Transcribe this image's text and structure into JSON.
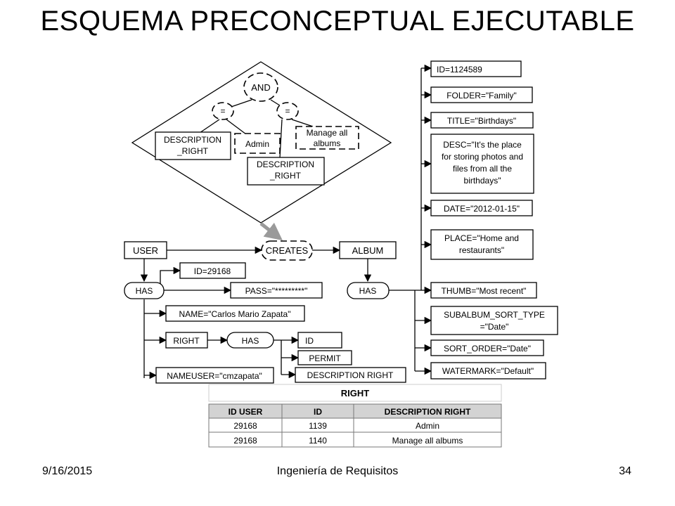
{
  "slide": {
    "title": "ESQUEMA PRECONCEPTUAL EJECUTABLE",
    "footer_date": "9/16/2015",
    "footer_course": "Ingeniería de Requisitos",
    "footer_page": "34"
  },
  "condition": {
    "and_label": "AND",
    "eq_left": "=",
    "eq_right": "=",
    "left_operand_a": "DESCRIPTION",
    "left_operand_b": "_RIGHT",
    "left_value": "Admin",
    "right_value_a": "Manage all",
    "right_value_b": "albums",
    "right_operand_a": "DESCRIPTION",
    "right_operand_b": "_RIGHT"
  },
  "schema": {
    "user": "USER",
    "creates": "CREATES",
    "album": "ALBUM",
    "user_has": "HAS",
    "album_has": "HAS",
    "right_has": "HAS",
    "user_id": "ID=29168",
    "user_pass": "PASS=\"*********\"",
    "user_name": "NAME=\"Carlos Mario Zapata\"",
    "user_right": "RIGHT",
    "user_nameuser": "NAMEUSER=\"cmzapata\"",
    "right_id": "ID",
    "right_permit": "PERMIT",
    "right_description": "DESCRIPTION RIGHT",
    "album_id": "ID=1124589",
    "album_folder": "FOLDER=\"Family\"",
    "album_title": "TITLE=\"Birthdays\"",
    "album_desc_1": "DESC=\"It's the place",
    "album_desc_2": "for storing photos and",
    "album_desc_3": "files from all the",
    "album_desc_4": "birthdays\"",
    "album_date": "DATE=\"2012-01-15\"",
    "album_place_1": "PLACE=\"Home and",
    "album_place_2": "restaurants\"",
    "album_thumb": "THUMB=\"Most recent\"",
    "album_subsort_1": "SUBALBUM_SORT_TYPE",
    "album_subsort_2": "=\"Date\"",
    "album_sortorder": "SORT_ORDER=\"Date\"",
    "album_watermark": "WATERMARK=\"Default\""
  },
  "right_table": {
    "title": "RIGHT",
    "headers": [
      "ID USER",
      "ID",
      "DESCRIPTION RIGHT"
    ],
    "rows": [
      [
        "29168",
        "1139",
        "Admin"
      ],
      [
        "29168",
        "1140",
        "Manage all albums"
      ]
    ]
  }
}
